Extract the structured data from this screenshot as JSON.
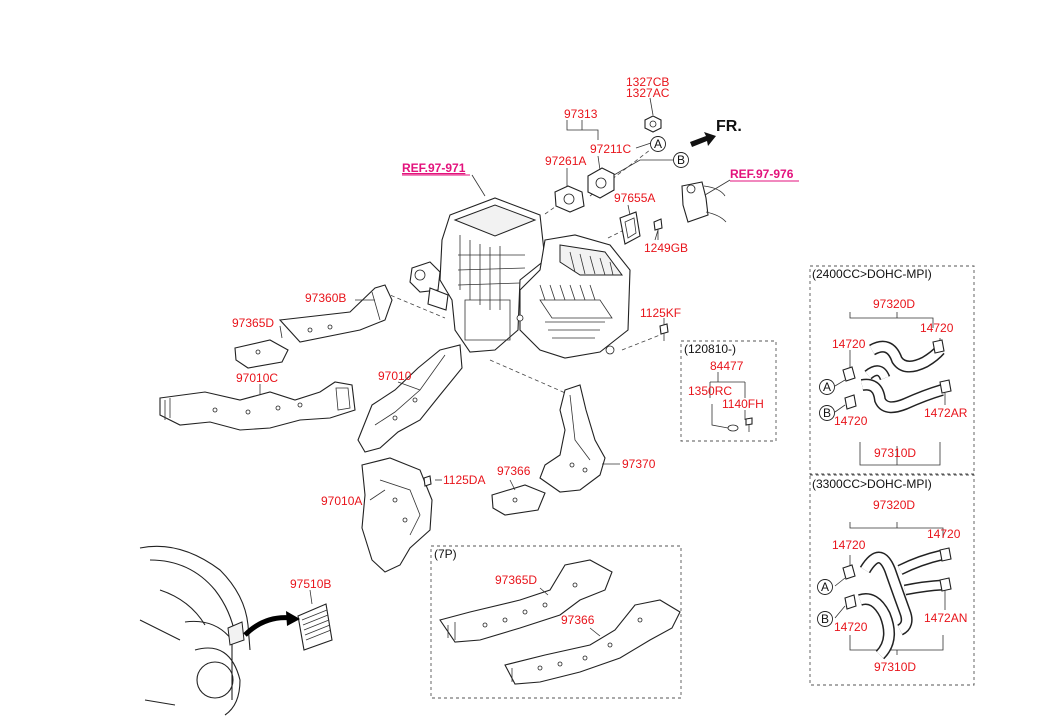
{
  "labels": {
    "p1327CB": "1327CB",
    "p1327AC": "1327AC",
    "p97313": "97313",
    "p97211C": "97211C",
    "p97261A": "97261A",
    "p97655A": "97655A",
    "p1249GB": "1249GB",
    "p1125KF": "1125KF",
    "p97360B": "97360B",
    "p97365D": "97365D",
    "p97010C": "97010C",
    "p97010": "97010",
    "p1125DA": "1125DA",
    "p97366": "97366",
    "p97370": "97370",
    "p97010A": "97010A",
    "p97510B": "97510B",
    "p84477": "84477",
    "p1350RC": "1350RC",
    "p1140FH": "1140FH"
  },
  "refs": {
    "ref_left": "REF.97-971",
    "ref_right": "REF.97-976"
  },
  "front_marker": "FR.",
  "callouts": {
    "a": "A",
    "b": "B"
  },
  "box_120810": {
    "title": "(120810-)"
  },
  "box_2400": {
    "title": "(2400CC>DOHC-MPI)",
    "p97320D": "97320D",
    "p14720_a": "14720",
    "p14720_b": "14720",
    "p14720_c": "14720",
    "p1472AR": "1472AR",
    "p97310D": "97310D"
  },
  "box_3300": {
    "title": "(3300CC>DOHC-MPI)",
    "p97320D": "97320D",
    "p14720_a": "14720",
    "p14720_b": "14720",
    "p14720_c": "14720",
    "p1472AN": "1472AN",
    "p97310D": "97310D"
  },
  "box_7p": {
    "title": "(7P)",
    "p97365D": "97365D",
    "p97366": "97366"
  },
  "colors": {
    "part_label": "#e8141b",
    "reference_label": "#e3127c",
    "line_art": "#222222"
  }
}
